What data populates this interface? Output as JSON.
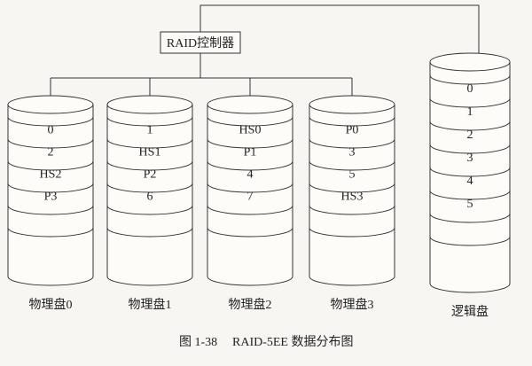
{
  "controller": {
    "label": "RAID控制器"
  },
  "disks": [
    {
      "label": "物理盘0",
      "blocks": [
        "0",
        "2",
        "HS2",
        "P3"
      ]
    },
    {
      "label": "物理盘1",
      "blocks": [
        "1",
        "HS1",
        "P2",
        "6"
      ]
    },
    {
      "label": "物理盘2",
      "blocks": [
        "HS0",
        "P1",
        "4",
        "7"
      ]
    },
    {
      "label": "物理盘3",
      "blocks": [
        "P0",
        "3",
        "5",
        "HS3"
      ]
    }
  ],
  "logical": {
    "label": "逻辑盘",
    "blocks": [
      "0",
      "1",
      "2",
      "3",
      "4",
      "5"
    ]
  },
  "caption": {
    "figure": "图 1-38",
    "title": "RAID-5EE 数据分布图"
  }
}
